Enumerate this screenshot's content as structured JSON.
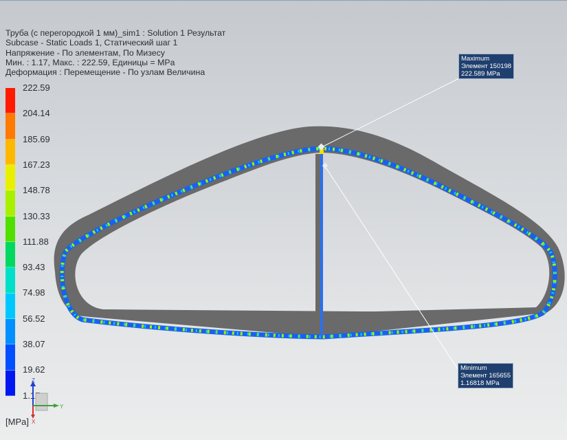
{
  "header": {
    "line1": "Труба (с перегородкой 1 мм)_sim1 : Solution 1 Результат",
    "line2": "Subcase - Static Loads 1, Статический шаг 1",
    "line3": "Напряжение - По элементам, По Мизесу",
    "line4": "Мин. : 1.17, Макс. : 222.59, Единицы = MPa",
    "line5": "Деформация : Перемещение - По узлам Величина"
  },
  "legend": {
    "values": [
      "222.59",
      "204.14",
      "185.69",
      "167.23",
      "148.78",
      "130.33",
      "111.88",
      "93.43",
      "74.98",
      "56.52",
      "38.07",
      "19.62",
      "1.17"
    ],
    "colors": [
      "#ff1a00",
      "#ff7a00",
      "#ffb800",
      "#e8f000",
      "#a8f000",
      "#50e000",
      "#00d860",
      "#00e0c8",
      "#00c8ff",
      "#0090ff",
      "#0050ff",
      "#0018f0"
    ],
    "unit": "[MPa]"
  },
  "maximum": {
    "title": "Maximum",
    "element": "Элемент 150198",
    "value": "222.589 MPa"
  },
  "minimum": {
    "title": "Minimum",
    "element": "Элемент 165655",
    "value": "1.16818 MPa"
  },
  "triad": {
    "z": "Z",
    "y": "Y",
    "x": "X"
  }
}
